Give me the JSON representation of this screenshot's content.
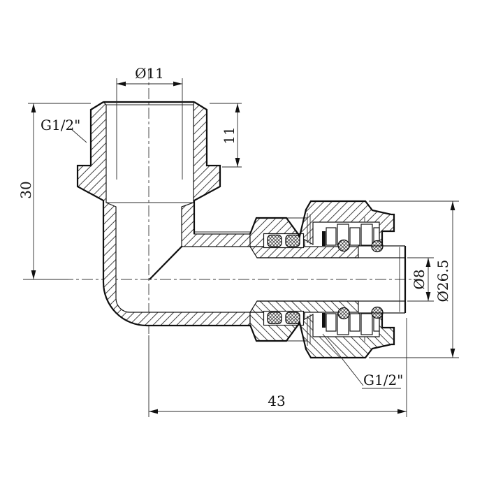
{
  "drawing": {
    "kind": "technical-section-drawing",
    "subject": "90-degree elbow compression fitting, cross-section",
    "colors": {
      "background": "#ffffff",
      "line": "#161616"
    },
    "labels": {
      "thread_top": "G1/2\"",
      "thread_bottom": "G1/2\""
    },
    "dimensions": {
      "top_port_bore_diameter": "Ø11",
      "top_port_thread_depth": "11",
      "top_port_height": "30",
      "stem_bore_diameter": "Ø8",
      "nut_outer_diameter": "Ø26.5",
      "horizontal_length": "43"
    }
  }
}
